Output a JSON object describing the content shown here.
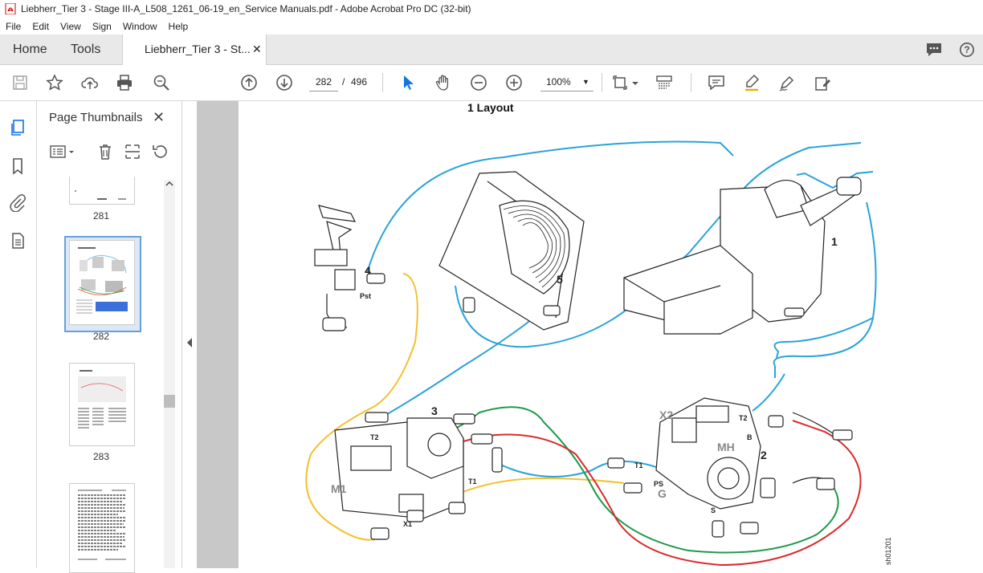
{
  "window": {
    "title": "Liebherr_Tier 3 - Stage III-A_L508_1261_06-19_en_Service Manuals.pdf - Adobe Acrobat Pro DC (32-bit)"
  },
  "menu": [
    "File",
    "Edit",
    "View",
    "Sign",
    "Window",
    "Help"
  ],
  "tabs": {
    "home": "Home",
    "tools": "Tools",
    "document": "Liebherr_Tier 3 - St...",
    "close": "✕"
  },
  "toolbar": {
    "page_current": "282",
    "page_separator": "/",
    "page_total": "496",
    "zoom": "100%",
    "zoom_caret": "▼"
  },
  "thumbnails": {
    "title": "Page Thumbnails",
    "close": "✕",
    "pages": [
      {
        "label": "281"
      },
      {
        "label": "282"
      },
      {
        "label": "283"
      }
    ]
  },
  "document": {
    "heading": "1 Layout",
    "labels": {
      "n1": "1",
      "n2": "2",
      "n3": "3",
      "n4": "4",
      "n5": "5",
      "pst": "Pst",
      "t2a": "T2",
      "t2b": "T2",
      "t1a": "T1",
      "t1b": "T1",
      "m1": "M1",
      "x1": "X1",
      "x2": "X2",
      "mh": "MH",
      "ps": "PS",
      "g": "G",
      "b": "B",
      "s": "S",
      "code": "sh01201"
    }
  },
  "colors": {
    "blue": "#2aa3d9",
    "yellow": "#f2c12e",
    "green": "#1f9a4a",
    "red": "#d92b2b",
    "accent": "#1473e6"
  }
}
